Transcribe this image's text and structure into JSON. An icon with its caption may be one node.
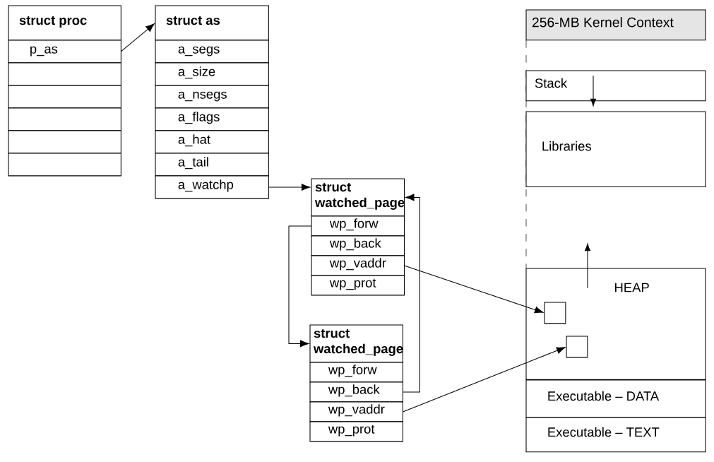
{
  "diagram": {
    "nodes": [
      {
        "text": [
          "struct proc"
        ]
      },
      {
        "text": [
          "p_as"
        ]
      },
      {
        "text": [],
        "shape": "box"
      },
      {
        "text": [],
        "shape": "box"
      },
      {
        "text": [],
        "shape": "box"
      },
      {
        "text": [],
        "shape": "box"
      },
      {
        "text": [],
        "shape": "box"
      },
      {
        "text": [
          "struct as"
        ]
      },
      {
        "text": [
          "a_segs"
        ]
      },
      {
        "text": [
          "a_size"
        ]
      },
      {
        "text": [
          "a_nsegs"
        ]
      },
      {
        "text": [
          "a_flags"
        ]
      },
      {
        "text": [
          "a_hat"
        ]
      },
      {
        "text": [
          "a_tail"
        ]
      },
      {
        "text": [
          "a_watchp"
        ]
      },
      {
        "text": [
          "struct watched_page"
        ]
      },
      {
        "text": [
          "wp_forw"
        ]
      },
      {
        "text": [
          "wp_back"
        ]
      },
      {
        "text": [
          "wp_vaddr"
        ]
      },
      {
        "text": [
          "wp_prot"
        ]
      },
      {
        "text": [
          "struct watched_page"
        ]
      },
      {
        "text": [
          "wp_forw"
        ]
      },
      {
        "text": [
          "wp_back"
        ]
      },
      {
        "text": [
          "wp_vaddr"
        ]
      },
      {
        "text": [
          "wp_prot"
        ]
      },
      {
        "text": [
          "256-MB Kernel Context"
        ]
      },
      {
        "text": [
          "Stack"
        ]
      },
      {
        "text": [
          "Libraries"
        ]
      },
      {
        "text": [
          "HEAP"
        ]
      },
      {
        "text": [],
        "shape": "box",
        "in": 28
      },
      {
        "text": [],
        "shape": "box",
        "in": 28
      },
      {
        "text": [
          "Executable – DATA"
        ]
      },
      {
        "text": [
          "Executable – TEXT"
        ]
      }
    ],
    "edges": [
      {
        "from": 1,
        "to": 7,
        "arrow": "to"
      },
      {
        "from": 14,
        "to": 15,
        "arrow": "to"
      },
      {
        "from": 16,
        "to": 20,
        "arrow": "to"
      },
      {
        "from": 22,
        "to": 15,
        "arrow": "to"
      },
      {
        "from": 18,
        "to": 29,
        "arrow": "to"
      },
      {
        "from": 23,
        "to": 30,
        "arrow": "to"
      }
    ]
  }
}
